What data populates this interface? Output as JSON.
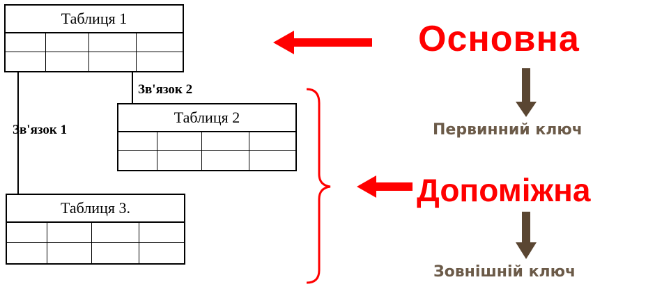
{
  "tables": [
    {
      "id": "t1",
      "title": "Таблиця 1"
    },
    {
      "id": "t2",
      "title": "Таблиця 2"
    },
    {
      "id": "t3",
      "title": "Таблиця 3."
    }
  ],
  "links": {
    "link1": "Зв'язок 1",
    "link2": "Зв'язок 2"
  },
  "roles": {
    "main": "Основна",
    "auxiliary": "Допоміжна",
    "primary_key": "Первинний ключ",
    "foreign_key": "Зовнішній ключ"
  },
  "colors": {
    "title_red": "#ff0000",
    "key_brown": "#6b5a48",
    "arrow_brown": "#5a4632"
  }
}
